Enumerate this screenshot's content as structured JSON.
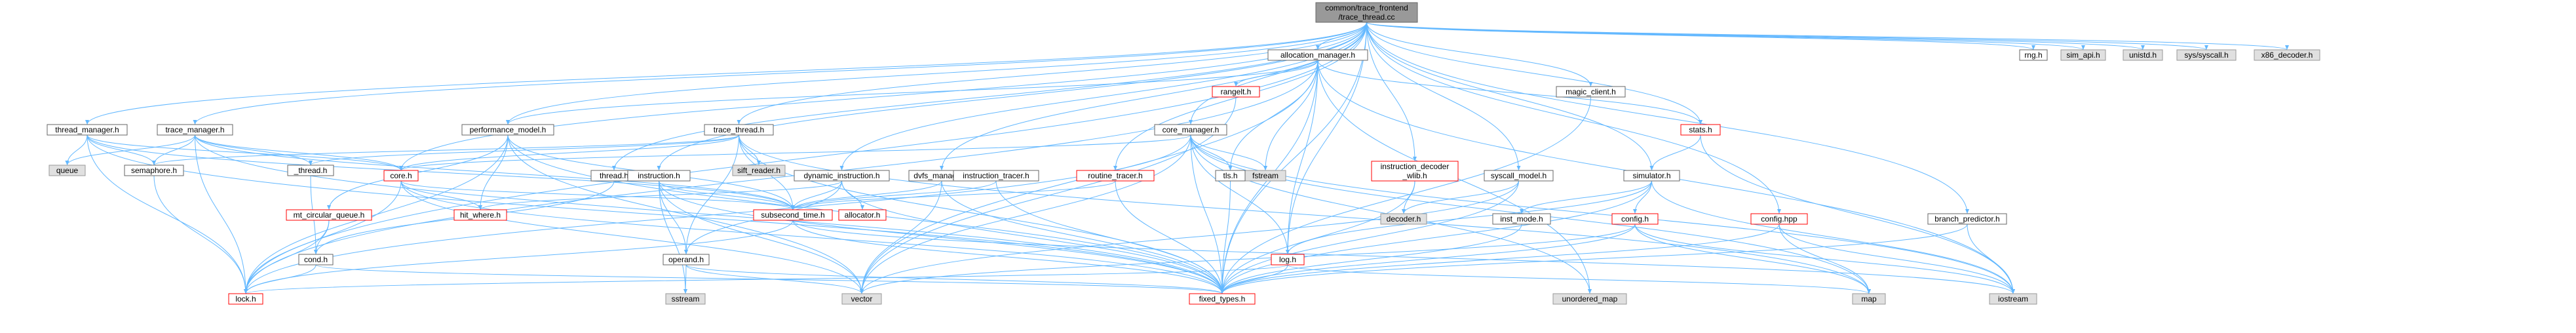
{
  "graph": {
    "root": "common/trace_frontend/trace_thread.cc",
    "styles": {
      "root": {
        "fill": "#999999",
        "stroke": "#666666"
      },
      "normal": {
        "fill": "#ffffff",
        "stroke": "#666666"
      },
      "external": {
        "fill": "#e0e0e0",
        "stroke": "#999999"
      },
      "incomplete": {
        "fill": "#ffffff",
        "stroke": "#ff0000"
      },
      "edge_color": "#63b8ff"
    },
    "nodes": [
      {
        "id": "root",
        "label": "common/trace_frontend\n/trace_thread.cc",
        "style": "root"
      },
      {
        "id": "thread_manager",
        "label": "thread_manager.h",
        "style": "normal"
      },
      {
        "id": "trace_manager",
        "label": "trace_manager.h",
        "style": "normal"
      },
      {
        "id": "performance_model",
        "label": "performance_model.h",
        "style": "normal"
      },
      {
        "id": "trace_thread",
        "label": "trace_thread.h",
        "style": "normal"
      },
      {
        "id": "allocation_manager",
        "label": "allocation_manager.h",
        "style": "normal"
      },
      {
        "id": "rangelt",
        "label": "rangelt.h",
        "style": "incomplete"
      },
      {
        "id": "core_manager",
        "label": "core_manager.h",
        "style": "normal"
      },
      {
        "id": "instruction_decoder_wlib",
        "label": "instruction_decoder\n_wlib.h",
        "style": "incomplete"
      },
      {
        "id": "magic_client",
        "label": "magic_client.h",
        "style": "normal"
      },
      {
        "id": "stats",
        "label": "stats.h",
        "style": "incomplete"
      },
      {
        "id": "syscall_model",
        "label": "syscall_model.h",
        "style": "normal"
      },
      {
        "id": "simulator",
        "label": "simulator.h",
        "style": "normal"
      },
      {
        "id": "branch_predictor",
        "label": "branch_predictor.h",
        "style": "normal"
      },
      {
        "id": "rng",
        "label": "rng.h",
        "style": "normal"
      },
      {
        "id": "sim_api",
        "label": "sim_api.h",
        "style": "external"
      },
      {
        "id": "unistd",
        "label": "unistd.h",
        "style": "external"
      },
      {
        "id": "sys_syscall",
        "label": "sys/syscall.h",
        "style": "external"
      },
      {
        "id": "x86_decoder",
        "label": "x86_decoder.h",
        "style": "external"
      },
      {
        "id": "queue",
        "label": "queue",
        "style": "external"
      },
      {
        "id": "semaphore",
        "label": "semaphore.h",
        "style": "normal"
      },
      {
        "id": "thread_u",
        "label": "_thread.h",
        "style": "normal"
      },
      {
        "id": "core",
        "label": "core.h",
        "style": "incomplete"
      },
      {
        "id": "mt_circular_queue",
        "label": "mt_circular_queue.h",
        "style": "incomplete"
      },
      {
        "id": "sift_reader",
        "label": "sift_reader.h",
        "style": "external"
      },
      {
        "id": "thread_h",
        "label": "thread.h",
        "style": "normal"
      },
      {
        "id": "instruction",
        "label": "instruction.h",
        "style": "normal"
      },
      {
        "id": "dynamic_instruction",
        "label": "dynamic_instruction.h",
        "style": "normal"
      },
      {
        "id": "dvfs_manager",
        "label": "dvfs_manager.h",
        "style": "normal"
      },
      {
        "id": "instruction_tracer",
        "label": "instruction_tracer.h",
        "style": "normal"
      },
      {
        "id": "routine_tracer",
        "label": "routine_tracer.h",
        "style": "incomplete"
      },
      {
        "id": "fstream",
        "label": "fstream",
        "style": "external"
      },
      {
        "id": "tls",
        "label": "tls.h",
        "style": "normal"
      },
      {
        "id": "hit_where",
        "label": "hit_where.h",
        "style": "incomplete"
      },
      {
        "id": "cond",
        "label": "cond.h",
        "style": "normal"
      },
      {
        "id": "subsecond_time",
        "label": "subsecond_time.h",
        "style": "incomplete"
      },
      {
        "id": "allocator",
        "label": "allocator.h",
        "style": "incomplete"
      },
      {
        "id": "operand",
        "label": "operand.h",
        "style": "normal"
      },
      {
        "id": "log",
        "label": "log.h",
        "style": "incomplete"
      },
      {
        "id": "decoder",
        "label": "decoder.h",
        "style": "external"
      },
      {
        "id": "inst_mode",
        "label": "inst_mode.h",
        "style": "normal"
      },
      {
        "id": "config_h",
        "label": "config.h",
        "style": "incomplete"
      },
      {
        "id": "config_hpp",
        "label": "config.hpp",
        "style": "incomplete"
      },
      {
        "id": "lock",
        "label": "lock.h",
        "style": "incomplete"
      },
      {
        "id": "sstream",
        "label": "sstream",
        "style": "external"
      },
      {
        "id": "vector",
        "label": "vector",
        "style": "external"
      },
      {
        "id": "fixed_types",
        "label": "fixed_types.h",
        "style": "incomplete"
      },
      {
        "id": "unordered_map",
        "label": "unordered_map",
        "style": "external"
      },
      {
        "id": "map",
        "label": "map",
        "style": "external"
      },
      {
        "id": "iostream",
        "label": "iostream",
        "style": "external"
      }
    ],
    "edges": [
      [
        "root",
        "thread_manager"
      ],
      [
        "root",
        "trace_manager"
      ],
      [
        "root",
        "performance_model"
      ],
      [
        "root",
        "trace_thread"
      ],
      [
        "root",
        "allocation_manager"
      ],
      [
        "root",
        "core_manager"
      ],
      [
        "root",
        "instruction_decoder_wlib"
      ],
      [
        "root",
        "magic_client"
      ],
      [
        "root",
        "stats"
      ],
      [
        "root",
        "syscall_model"
      ],
      [
        "root",
        "simulator"
      ],
      [
        "root",
        "branch_predictor"
      ],
      [
        "root",
        "rng"
      ],
      [
        "root",
        "sim_api"
      ],
      [
        "root",
        "unistd"
      ],
      [
        "root",
        "sys_syscall"
      ],
      [
        "root",
        "x86_decoder"
      ],
      [
        "root",
        "core"
      ],
      [
        "root",
        "thread_h"
      ],
      [
        "root",
        "instruction"
      ],
      [
        "root",
        "dynamic_instruction"
      ],
      [
        "root",
        "dvfs_manager"
      ],
      [
        "root",
        "routine_tracer"
      ],
      [
        "root",
        "config_hpp"
      ],
      [
        "root",
        "log"
      ],
      [
        "root",
        "lock"
      ],
      [
        "root",
        "fixed_types"
      ],
      [
        "thread_manager",
        "queue"
      ],
      [
        "thread_manager",
        "semaphore"
      ],
      [
        "thread_manager",
        "core"
      ],
      [
        "thread_manager",
        "subsecond_time"
      ],
      [
        "thread_manager",
        "lock"
      ],
      [
        "thread_manager",
        "fixed_types"
      ],
      [
        "trace_manager",
        "queue"
      ],
      [
        "trace_manager",
        "semaphore"
      ],
      [
        "trace_manager",
        "thread_u"
      ],
      [
        "trace_manager",
        "core"
      ],
      [
        "trace_manager",
        "subsecond_time"
      ],
      [
        "trace_manager",
        "lock"
      ],
      [
        "trace_manager",
        "fixed_types"
      ],
      [
        "performance_model",
        "mt_circular_queue"
      ],
      [
        "performance_model",
        "hit_where"
      ],
      [
        "performance_model",
        "subsecond_time"
      ],
      [
        "performance_model",
        "lock"
      ],
      [
        "performance_model",
        "fixed_types"
      ],
      [
        "performance_model",
        "vector"
      ],
      [
        "trace_thread",
        "sift_reader"
      ],
      [
        "trace_thread",
        "thread_u"
      ],
      [
        "trace_thread",
        "semaphore"
      ],
      [
        "trace_thread",
        "core"
      ],
      [
        "trace_thread",
        "subsecond_time"
      ],
      [
        "trace_thread",
        "operand"
      ],
      [
        "trace_thread",
        "fixed_types"
      ],
      [
        "trace_thread",
        "map"
      ],
      [
        "allocation_manager",
        "rangelt"
      ],
      [
        "allocation_manager",
        "stats"
      ],
      [
        "allocation_manager",
        "fstream"
      ],
      [
        "allocation_manager",
        "tls"
      ],
      [
        "allocation_manager",
        "log"
      ],
      [
        "allocation_manager",
        "fixed_types"
      ],
      [
        "allocation_manager",
        "unordered_map"
      ],
      [
        "allocation_manager",
        "iostream"
      ],
      [
        "allocation_manager",
        "lock"
      ],
      [
        "allocation_manager",
        "vector"
      ],
      [
        "allocation_manager",
        "performance_model"
      ],
      [
        "rangelt",
        "vector"
      ],
      [
        "core_manager",
        "core"
      ],
      [
        "core_manager",
        "fstream"
      ],
      [
        "core_manager",
        "tls"
      ],
      [
        "core_manager",
        "log"
      ],
      [
        "core_manager",
        "fixed_types"
      ],
      [
        "core_manager",
        "map"
      ],
      [
        "core_manager",
        "iostream"
      ],
      [
        "core_manager",
        "lock"
      ],
      [
        "core_manager",
        "vector"
      ],
      [
        "core_manager",
        "unordered_map"
      ],
      [
        "instruction_decoder_wlib",
        "decoder"
      ],
      [
        "instruction_decoder_wlib",
        "fixed_types"
      ],
      [
        "magic_client",
        "fixed_types"
      ],
      [
        "stats",
        "simulator"
      ],
      [
        "stats",
        "iostream"
      ],
      [
        "syscall_model",
        "decoder"
      ],
      [
        "syscall_model",
        "fixed_types"
      ],
      [
        "syscall_model",
        "vector"
      ],
      [
        "simulator",
        "log"
      ],
      [
        "simulator",
        "inst_mode"
      ],
      [
        "simulator",
        "config_h"
      ],
      [
        "simulator",
        "fixed_types"
      ],
      [
        "simulator",
        "iostream"
      ],
      [
        "branch_predictor",
        "fixed_types"
      ],
      [
        "branch_predictor",
        "iostream"
      ],
      [
        "config_hpp",
        "map"
      ],
      [
        "config_hpp",
        "iostream"
      ],
      [
        "config_hpp",
        "fixed_types"
      ],
      [
        "config_h",
        "fixed_types"
      ],
      [
        "config_h",
        "map"
      ],
      [
        "config_h",
        "iostream"
      ],
      [
        "config_h",
        "vector"
      ],
      [
        "semaphore",
        "lock"
      ],
      [
        "thread_u",
        "cond"
      ],
      [
        "core",
        "hit_where"
      ],
      [
        "core",
        "lock"
      ],
      [
        "core",
        "subsecond_time"
      ],
      [
        "core",
        "fixed_types"
      ],
      [
        "core",
        "vector"
      ],
      [
        "mt_circular_queue",
        "cond"
      ],
      [
        "mt_circular_queue",
        "lock"
      ],
      [
        "thread_h",
        "cond"
      ],
      [
        "cond",
        "lock"
      ],
      [
        "cond",
        "fixed_types"
      ],
      [
        "instruction",
        "operand"
      ],
      [
        "instruction",
        "subsecond_time"
      ],
      [
        "instruction",
        "sstream"
      ],
      [
        "instruction",
        "vector"
      ],
      [
        "instruction",
        "fixed_types"
      ],
      [
        "dynamic_instruction",
        "hit_where"
      ],
      [
        "dynamic_instruction",
        "operand"
      ],
      [
        "dynamic_instruction",
        "subsecond_time"
      ],
      [
        "dynamic_instruction",
        "allocator"
      ],
      [
        "dynamic_instruction",
        "fixed_types"
      ],
      [
        "dvfs_manager",
        "subsecond_time"
      ],
      [
        "dvfs_manager",
        "fixed_types"
      ],
      [
        "dvfs_manager",
        "vector"
      ],
      [
        "instruction_tracer",
        "subsecond_time"
      ],
      [
        "instruction_tracer",
        "fixed_types"
      ],
      [
        "routine_tracer",
        "subsecond_time"
      ],
      [
        "routine_tracer",
        "fixed_types"
      ],
      [
        "tls",
        "fixed_types"
      ],
      [
        "subsecond_time",
        "fixed_types"
      ],
      [
        "subsecond_time",
        "lock"
      ],
      [
        "subsecond_time",
        "iostream"
      ],
      [
        "operand",
        "fixed_types"
      ],
      [
        "operand",
        "sstream"
      ],
      [
        "operand",
        "vector"
      ],
      [
        "log",
        "lock"
      ],
      [
        "log",
        "fixed_types"
      ],
      [
        "log",
        "map"
      ],
      [
        "inst_mode",
        "fixed_types"
      ]
    ]
  }
}
